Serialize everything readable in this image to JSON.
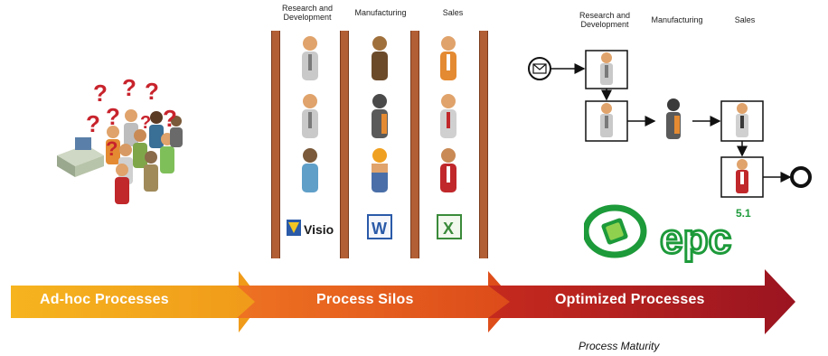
{
  "silos": {
    "headers": [
      "Research and Development",
      "Manufacturing",
      "Sales"
    ],
    "tools": [
      {
        "name": "Visio",
        "icon": "visio-icon"
      },
      {
        "name": "W",
        "icon": "word-icon"
      },
      {
        "name": "X",
        "icon": "excel-icon"
      }
    ]
  },
  "optimized": {
    "headers": [
      "Research and Development",
      "Manufacturing",
      "Sales"
    ],
    "logo_text": "epc",
    "logo_version": "5.1"
  },
  "stages": [
    {
      "label": "Ad-hoc Processes",
      "color": "#f4a81d"
    },
    {
      "label": "Process Silos",
      "color": "#e25a1c"
    },
    {
      "label": "Optimized Processes",
      "color": "#b01a1f"
    }
  ],
  "axis_label": "Process Maturity",
  "colors": {
    "pillar": "#b25f35",
    "pillar_edge": "#7a3a1c",
    "question": "#c8232c",
    "connector": "#111111"
  }
}
